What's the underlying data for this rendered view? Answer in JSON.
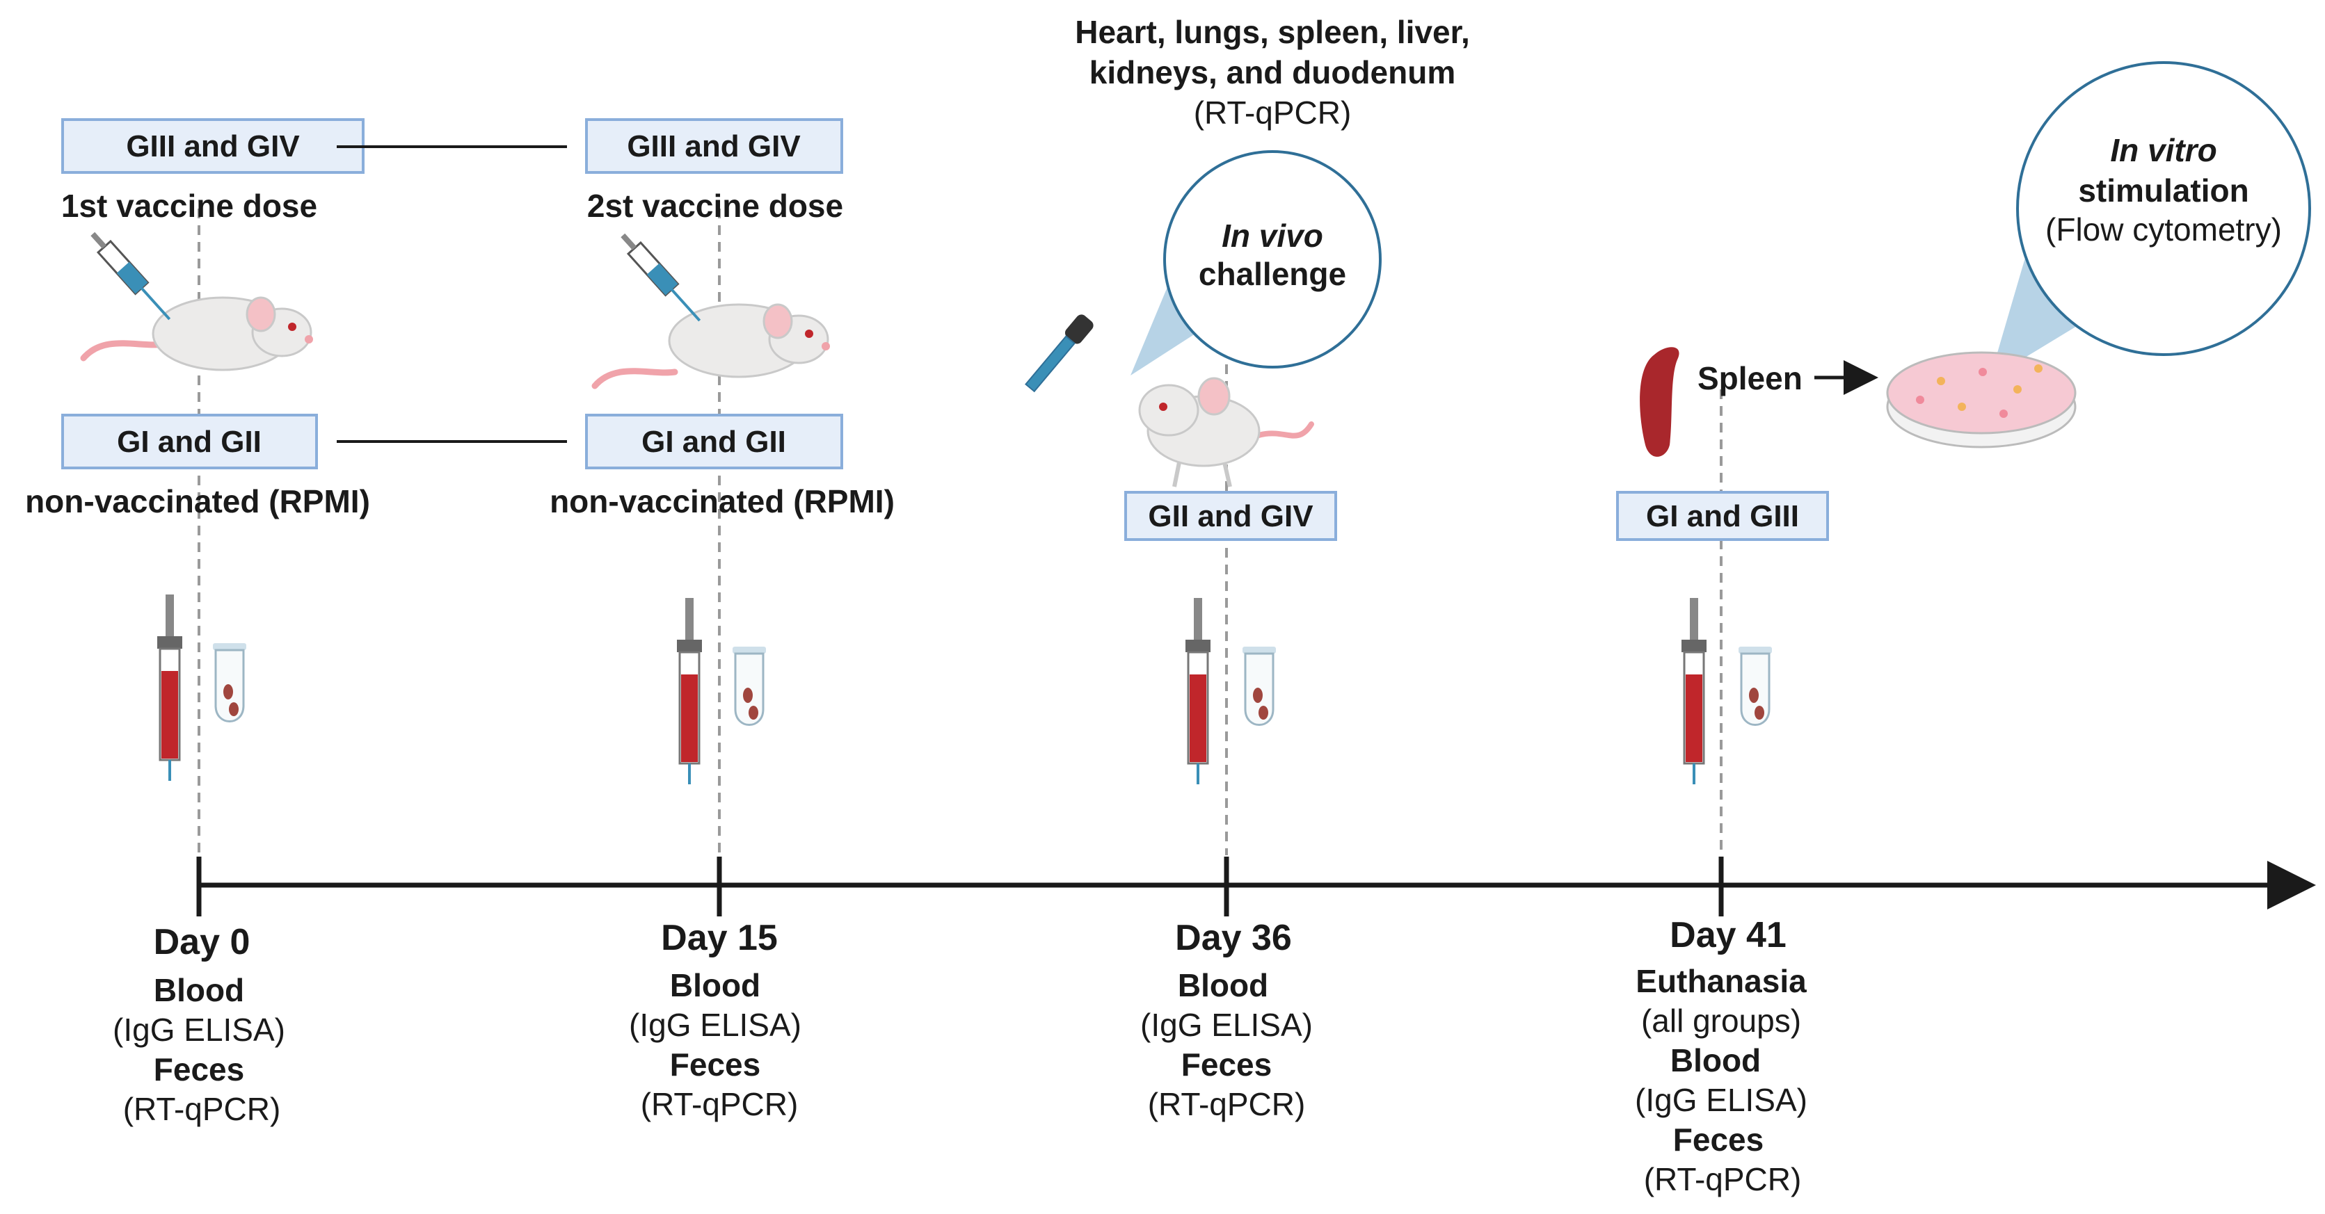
{
  "groups_top": {
    "left": "GIII and GIV",
    "mid": "GIII and GIV"
  },
  "groups_bottom": {
    "left": "GI and GII",
    "mid": "GI and GII"
  },
  "dose1": "1st vaccine dose",
  "dose2": "2st vaccine dose",
  "nonvac": "non-vaccinated (RPMI)",
  "organs": {
    "line1": "Heart, lungs, spleen, liver,",
    "line2": "kidneys, and duodenum",
    "method": "(RT-qPCR)"
  },
  "challenge": {
    "italic": "In vivo",
    "rest": "challenge",
    "groups": "GII and GIV"
  },
  "stimulation": {
    "italic": "In vitro",
    "rest": "stimulation",
    "method": "(Flow cytometry)"
  },
  "spleen": "Spleen",
  "euth_groups": "GI and GIII",
  "timeline": [
    {
      "day": "Day 0",
      "lines": [
        "Blood",
        "(IgG ELISA)",
        "Feces",
        "(RT-qPCR)"
      ]
    },
    {
      "day": "Day 15",
      "lines": [
        "Blood",
        "(IgG ELISA)",
        "Feces",
        "(RT-qPCR)"
      ]
    },
    {
      "day": "Day 36",
      "lines": [
        "Blood",
        "(IgG ELISA)",
        "Feces",
        "(RT-qPCR)"
      ]
    },
    {
      "day": "Day 41",
      "lines": [
        "Euthanasia",
        "(all groups)",
        "Blood",
        "(IgG ELISA)",
        "Feces",
        "(RT-qPCR)"
      ]
    }
  ],
  "colors": {
    "box_fill": "#e6eef9",
    "box_stroke": "#8aaedb",
    "blood": "#c0262b",
    "bubble": "#b7d3e6",
    "dish": "#f6c9d3"
  }
}
